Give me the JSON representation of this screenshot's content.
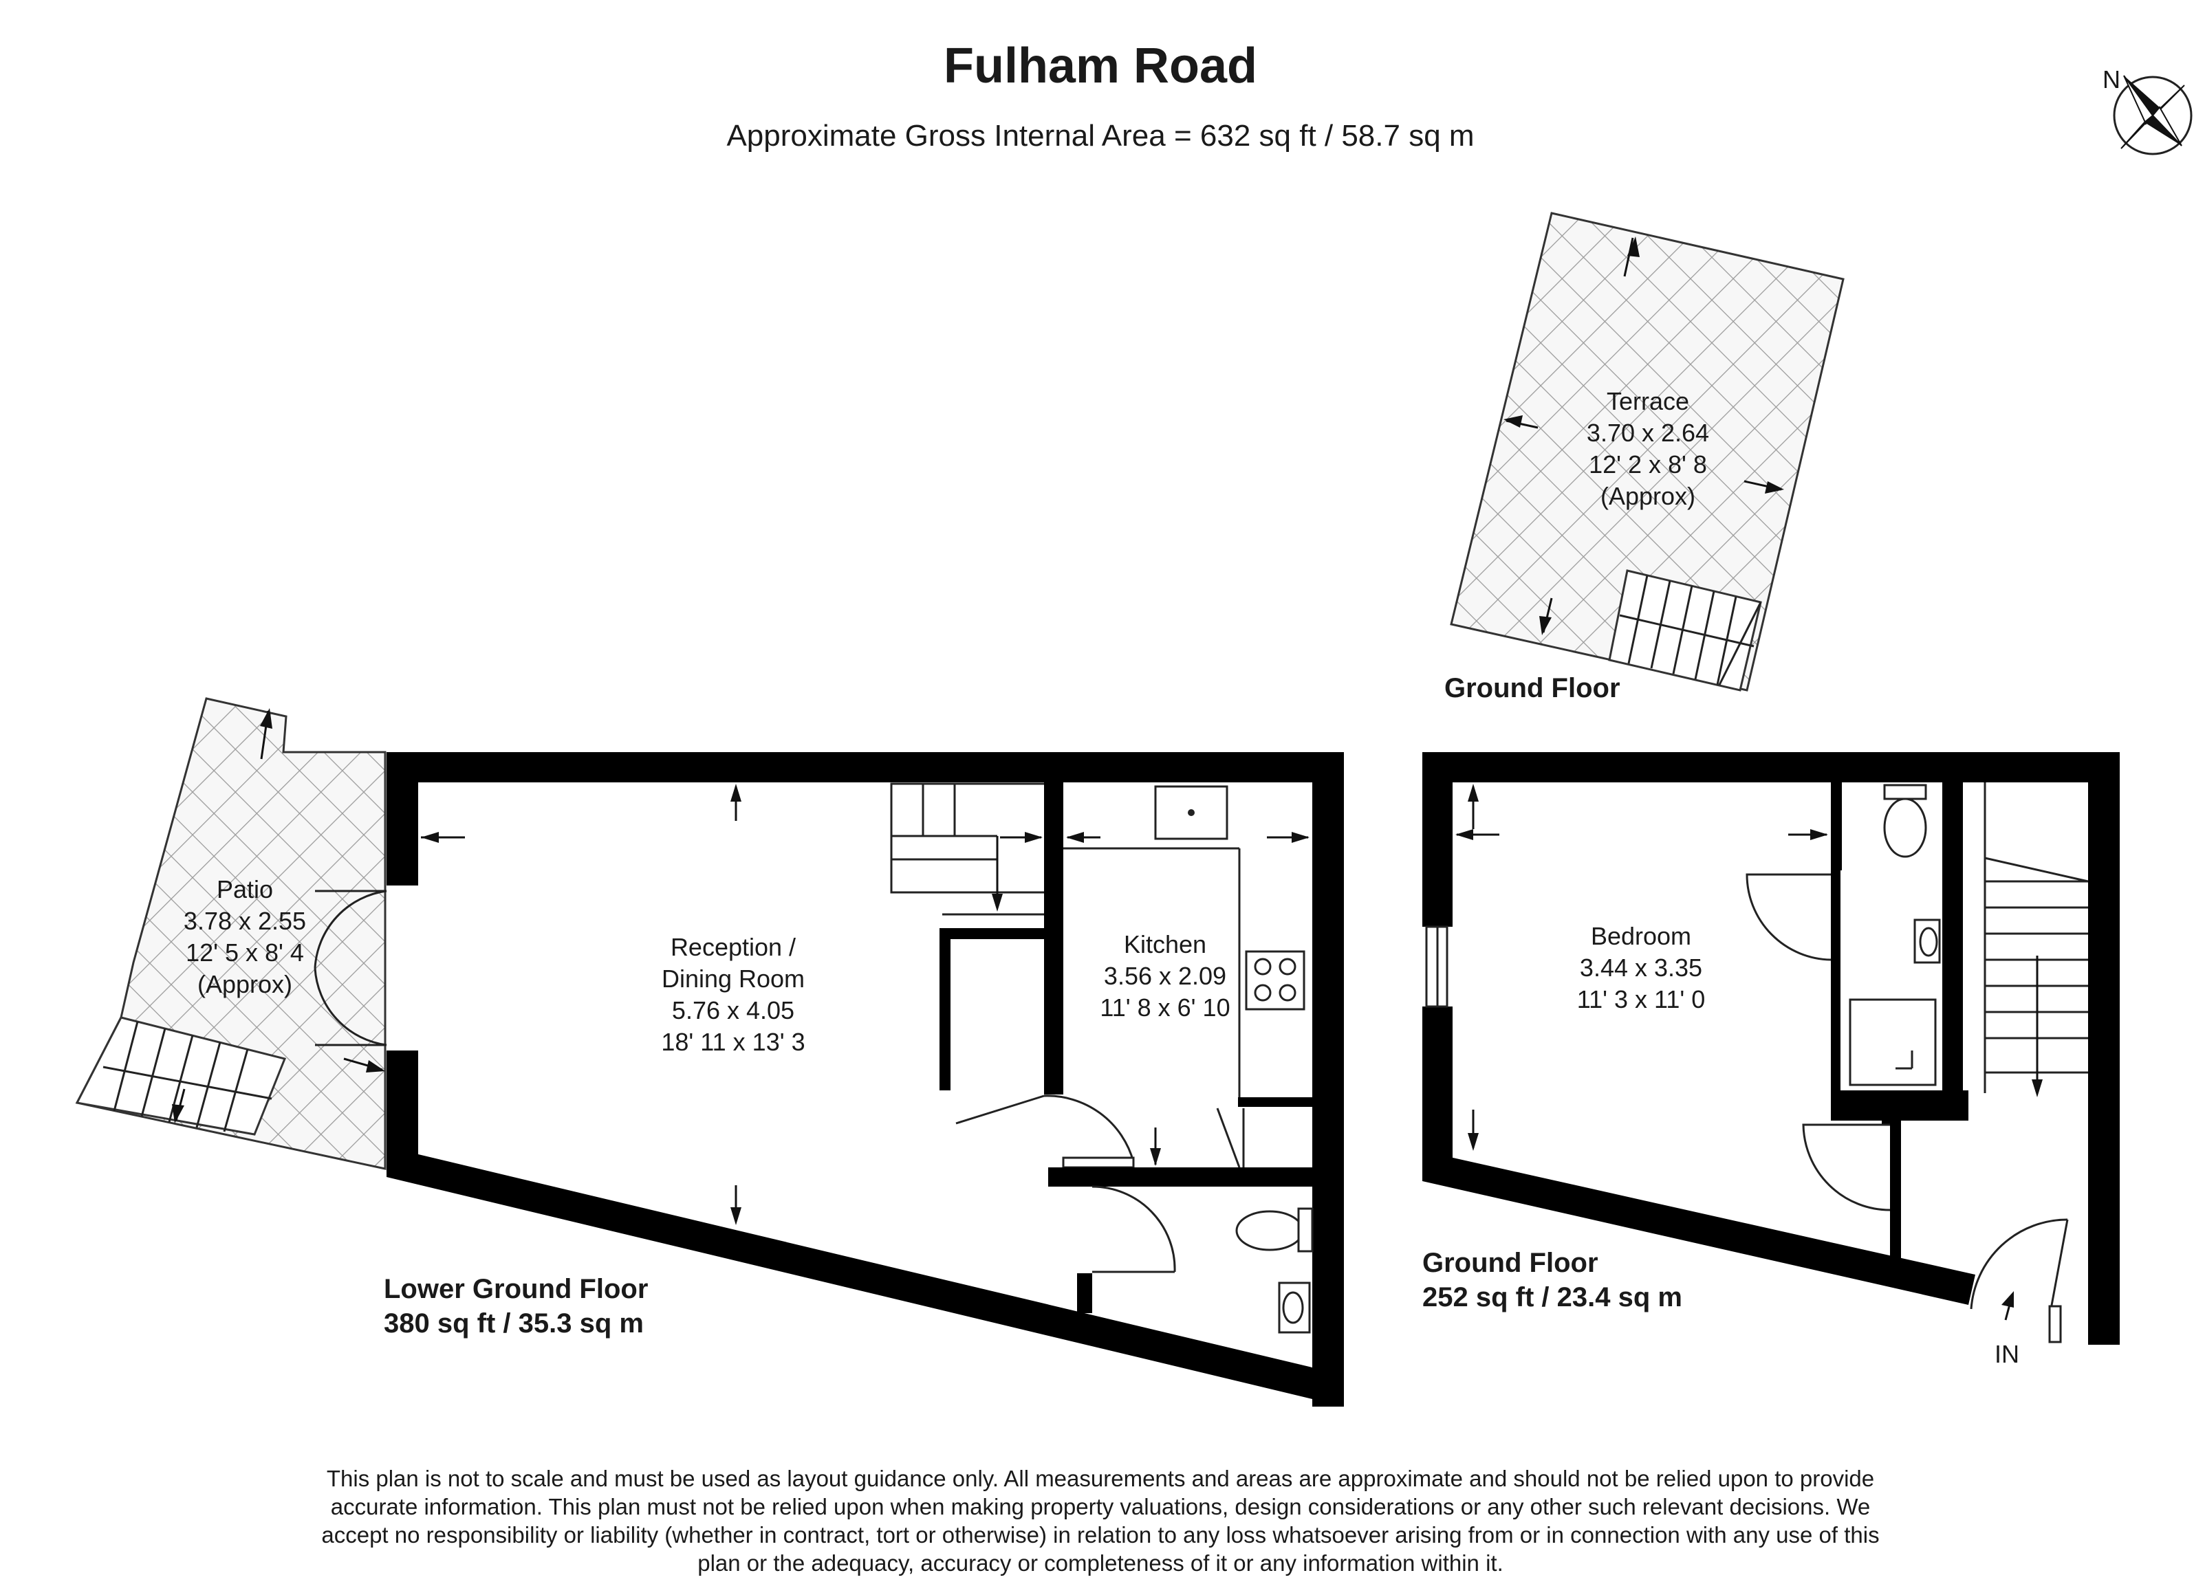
{
  "header": {
    "title": "Fulham Road",
    "subtitle": "Approximate Gross Internal Area = 632 sq ft / 58.7 sq m"
  },
  "compass": {
    "label": "N",
    "icon": "north-compass-icon"
  },
  "lower_ground_floor": {
    "label": "Lower Ground Floor",
    "area": "380 sq ft / 35.3 sq m",
    "rooms": [
      {
        "name": "Patio",
        "metric": "3.78 x 2.55",
        "imperial": "12' 5 x 8' 4",
        "note": "(Approx)"
      },
      {
        "name_line1": "Reception /",
        "name_line2": "Dining Room",
        "metric": "5.76 x 4.05",
        "imperial": "18' 11 x 13' 3"
      },
      {
        "name": "Kitchen",
        "metric": "3.56 x 2.09",
        "imperial": "11' 8 x 6' 10"
      }
    ]
  },
  "ground_floor": {
    "label": "Ground Floor",
    "area": "252 sq ft / 23.4 sq m",
    "terrace_label": "Ground Floor",
    "entrance": "IN",
    "rooms": [
      {
        "name": "Terrace",
        "metric": "3.70 x 2.64",
        "imperial": "12' 2 x 8' 8",
        "note": "(Approx)"
      },
      {
        "name": "Bedroom",
        "metric": "3.44 x 3.35",
        "imperial": "11' 3 x 11' 0"
      }
    ]
  },
  "disclaimer": "This plan is not to scale and must be used as layout guidance only. All measurements and areas are approximate and should not be relied upon to provide accurate information. This plan must not be relied upon when making property valuations, design considerations or any other such relevant decisions. We accept no responsibility or liability (whether in contract, tort or otherwise) in relation to any loss whatsoever arising from or in connection with any use of this plan or the adequacy, accuracy or completeness of it or any information within it."
}
